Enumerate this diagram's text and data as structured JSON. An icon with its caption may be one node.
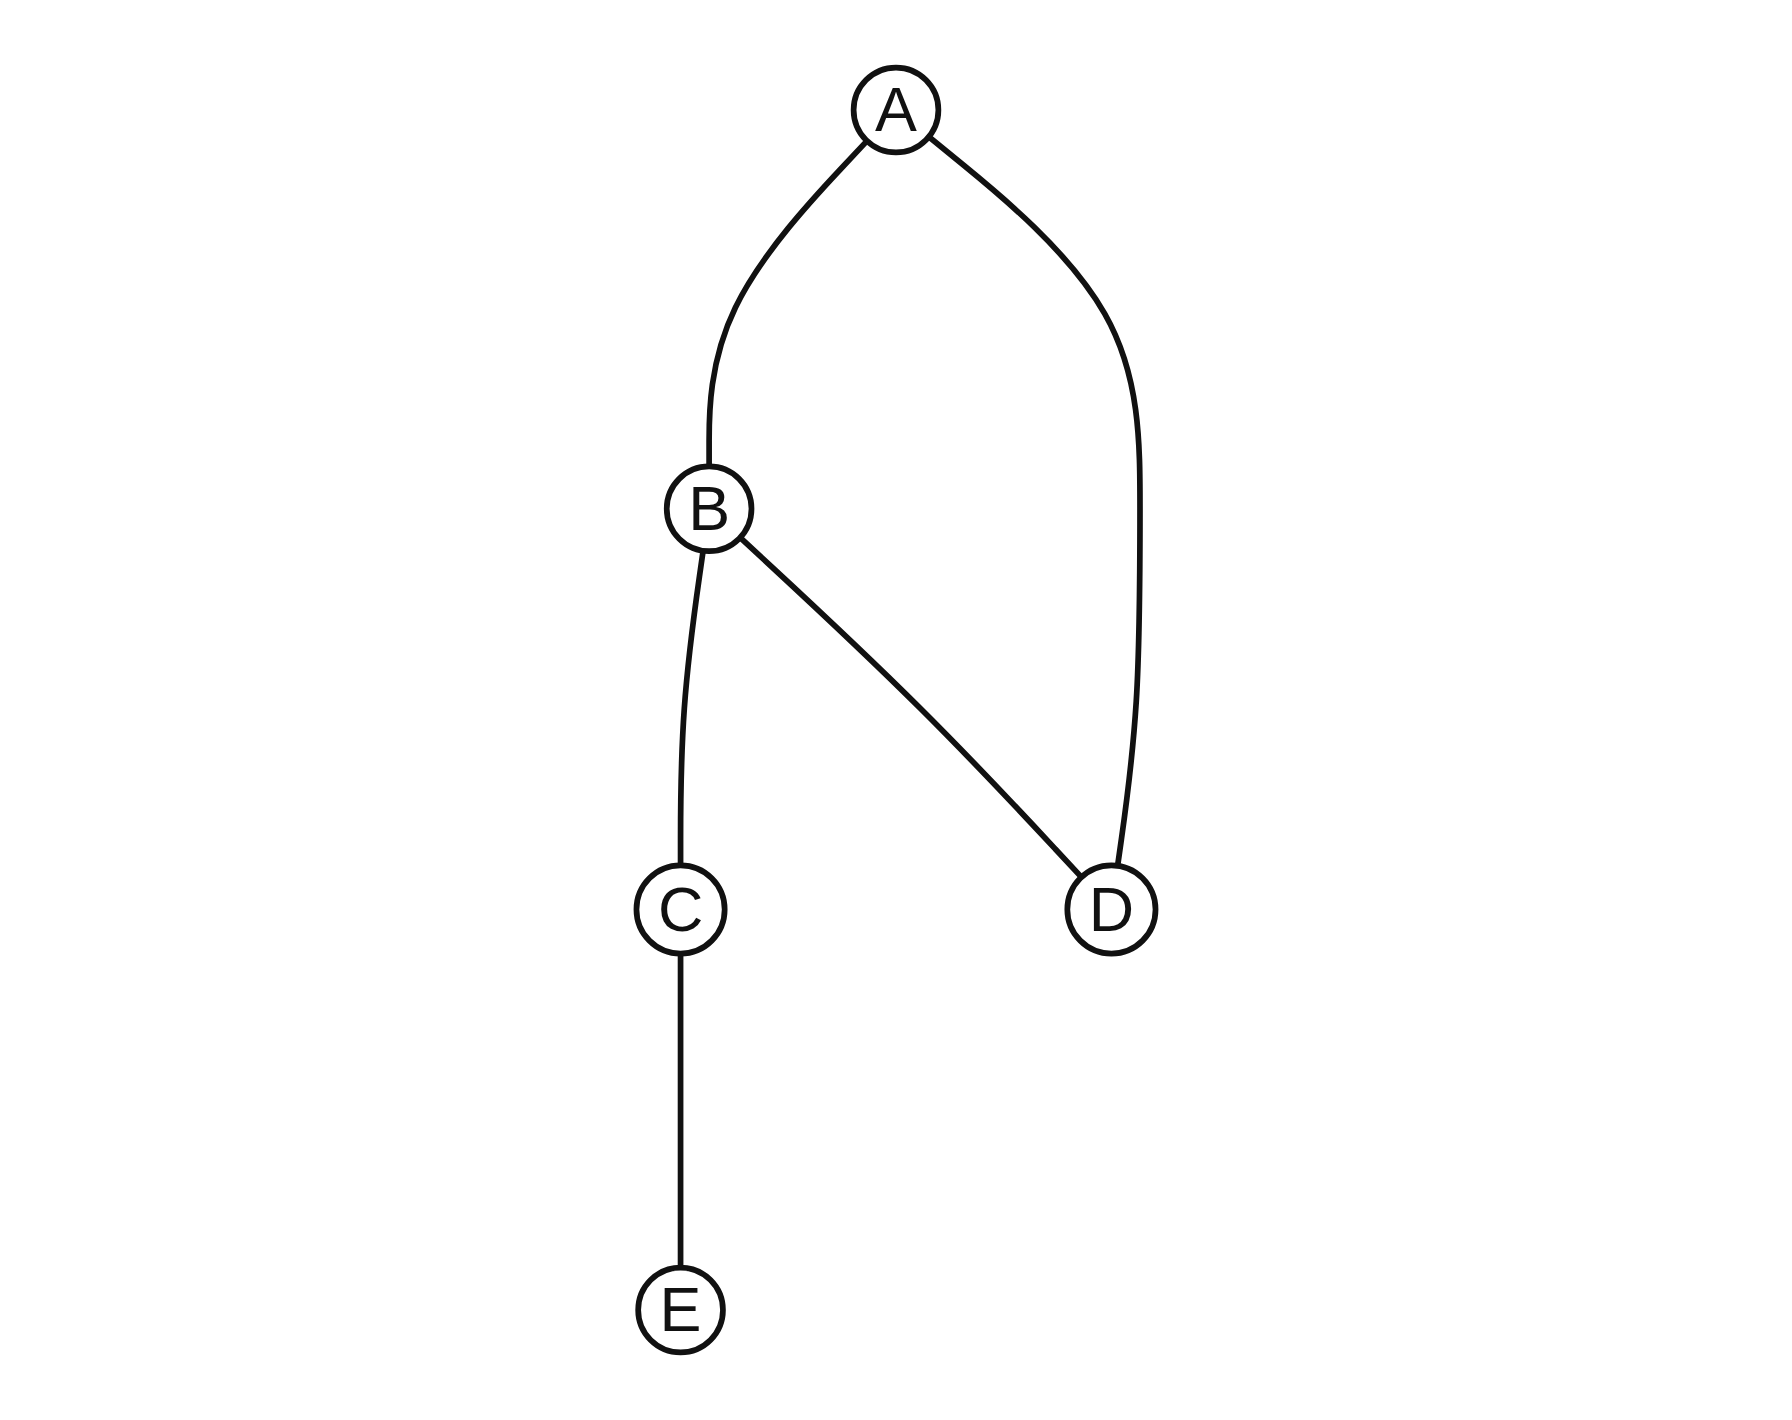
{
  "diagram": {
    "nodes": [
      {
        "text": [
          "A"
        ]
      },
      {
        "text": [
          "C"
        ]
      },
      {
        "text": [
          "B"
        ]
      },
      {
        "text": [
          "E"
        ]
      },
      {
        "text": [
          "D"
        ]
      }
    ],
    "edges": [
      {
        "from": 0,
        "to": 2,
        "arrow": "none"
      },
      {
        "from": 0,
        "to": 4,
        "arrow": "none"
      },
      {
        "from": 2,
        "to": 1,
        "arrow": "none"
      },
      {
        "from": 2,
        "to": 4,
        "arrow": "none"
      },
      {
        "from": 1,
        "to": 3,
        "arrow": "none"
      }
    ]
  }
}
